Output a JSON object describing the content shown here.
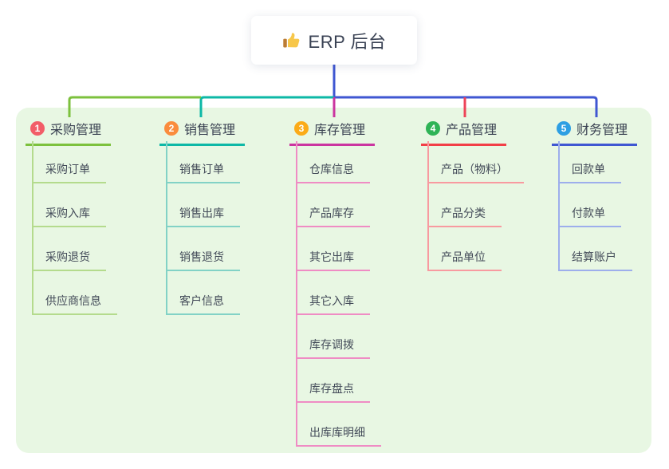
{
  "root": {
    "icon": "thumbs-up",
    "label": "ERP 后台"
  },
  "branches": [
    {
      "index": "1",
      "label": "采购管理",
      "badge_color": "#f25d68",
      "line_color": "#7cc13d",
      "child_line_color": "#b4db8d",
      "children": [
        "采购订单",
        "采购入库",
        "采购退货",
        "供应商信息"
      ]
    },
    {
      "index": "2",
      "label": "销售管理",
      "badge_color": "#fa8c3d",
      "line_color": "#0db8a6",
      "child_line_color": "#82d2c6",
      "children": [
        "销售订单",
        "销售出库",
        "销售退货",
        "客户信息"
      ]
    },
    {
      "index": "3",
      "label": "库存管理",
      "badge_color": "#fbab18",
      "line_color": "#cb35a0",
      "child_line_color": "#ef8cc4",
      "children": [
        "仓库信息",
        "产品库存",
        "其它出库",
        "其它入库",
        "库存调拨",
        "库存盘点",
        "出库库明细"
      ]
    },
    {
      "index": "4",
      "label": "产品管理",
      "badge_color": "#2eb356",
      "line_color": "#f23f47",
      "child_line_color": "#f89aa0",
      "children": [
        "产品（物料）",
        "产品分类",
        "产品单位"
      ]
    },
    {
      "index": "5",
      "label": "财务管理",
      "badge_color": "#2d9fe3",
      "line_color": "#3f57d2",
      "child_line_color": "#9daeec",
      "children": [
        "回款单",
        "付款单",
        "结算账户"
      ]
    }
  ],
  "canvas": {
    "panel_background": "#e8f7e3",
    "page_background": "#ffffff",
    "text_color": "#3c4452"
  }
}
